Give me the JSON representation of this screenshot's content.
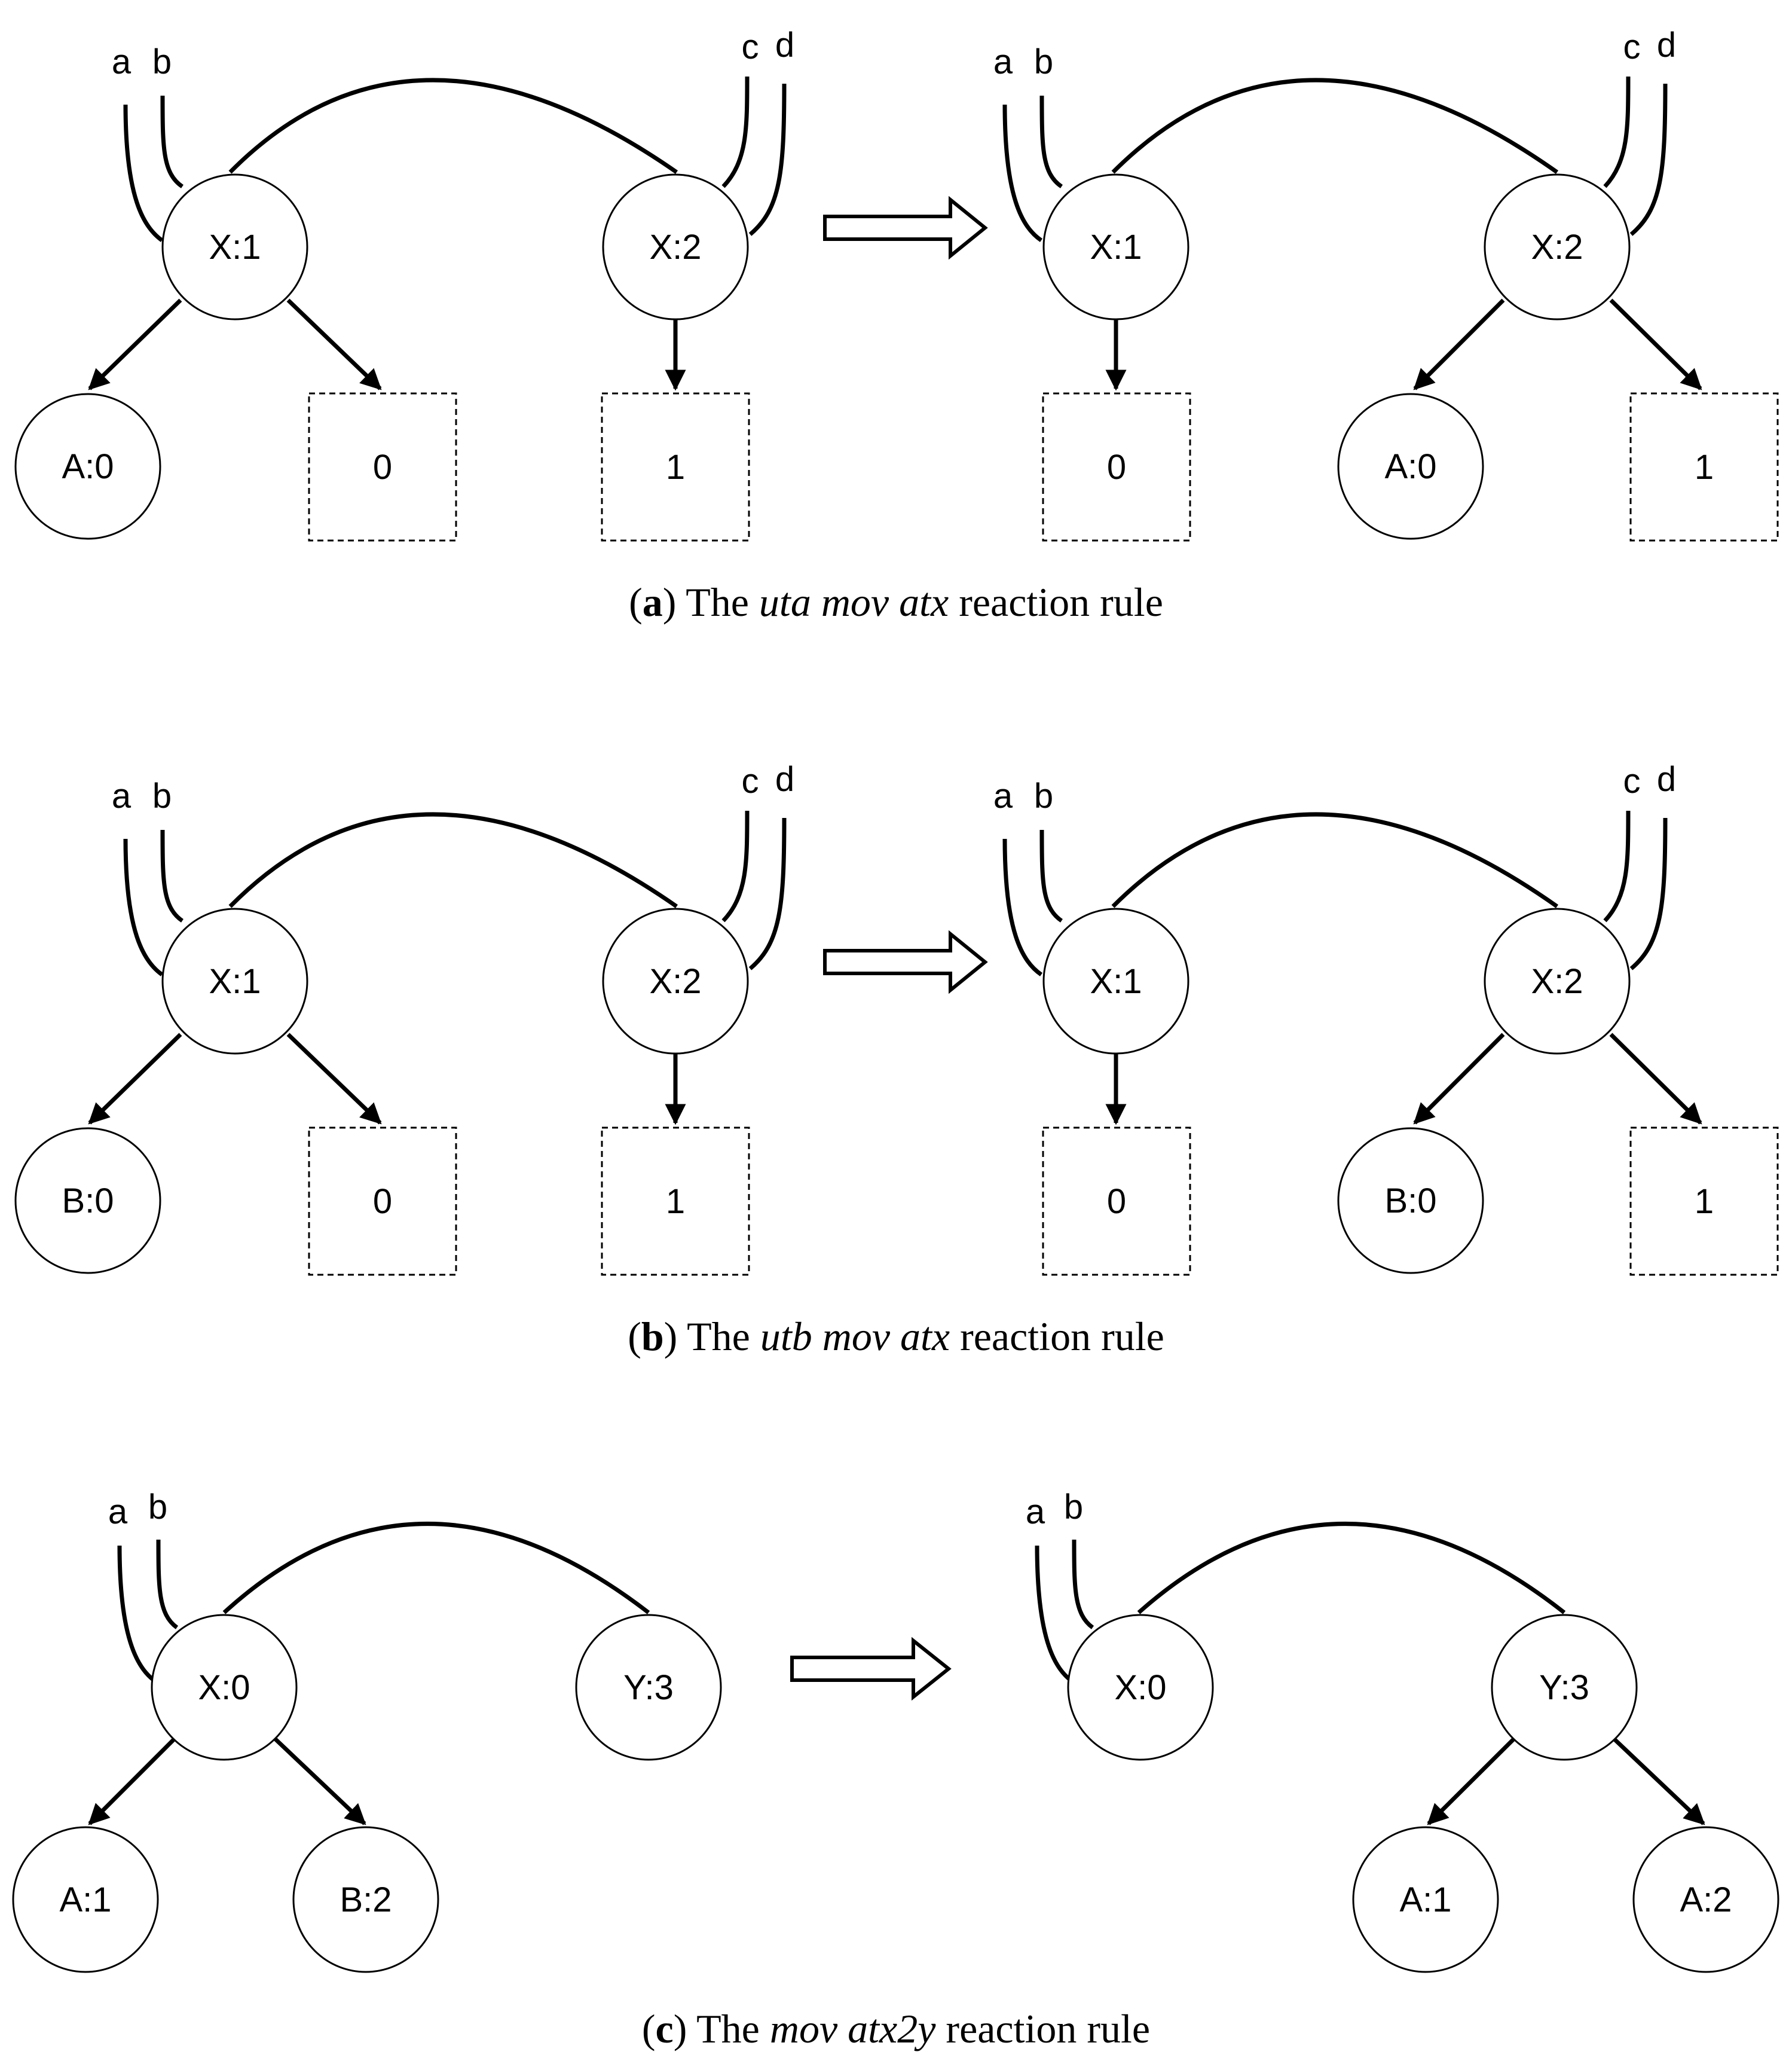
{
  "panels": [
    {
      "caption": {
        "letter": "a",
        "pre": " The ",
        "rule": "uta mov atx",
        "post": " reaction rule"
      },
      "left": {
        "links": [
          "a",
          "b",
          "c",
          "d"
        ],
        "nodes": {
          "x1": "X:1",
          "x2": "X:2",
          "child": "A:0",
          "site0": "0",
          "site1": "1"
        }
      },
      "right": {
        "links": [
          "a",
          "b",
          "c",
          "d"
        ],
        "nodes": {
          "x1": "X:1",
          "x2": "X:2",
          "site0": "0",
          "child": "A:0",
          "site1": "1"
        }
      }
    },
    {
      "caption": {
        "letter": "b",
        "pre": " The ",
        "rule": "utb mov atx",
        "post": " reaction rule"
      },
      "left": {
        "links": [
          "a",
          "b",
          "c",
          "d"
        ],
        "nodes": {
          "x1": "X:1",
          "x2": "X:2",
          "child": "B:0",
          "site0": "0",
          "site1": "1"
        }
      },
      "right": {
        "links": [
          "a",
          "b",
          "c",
          "d"
        ],
        "nodes": {
          "x1": "X:1",
          "x2": "X:2",
          "site0": "0",
          "child": "B:0",
          "site1": "1"
        }
      }
    },
    {
      "caption": {
        "letter": "c",
        "pre": " The ",
        "rule": "mov atx2y",
        "post": " reaction rule"
      },
      "left": {
        "links": [
          "a",
          "b"
        ],
        "nodes": {
          "x0": "X:0",
          "y3": "Y:3",
          "a1": "A:1",
          "b2": "B:2"
        }
      },
      "right": {
        "links": [
          "a",
          "b"
        ],
        "nodes": {
          "x0": "X:0",
          "y3": "Y:3",
          "a1": "A:1",
          "a2": "A:2"
        }
      }
    }
  ]
}
